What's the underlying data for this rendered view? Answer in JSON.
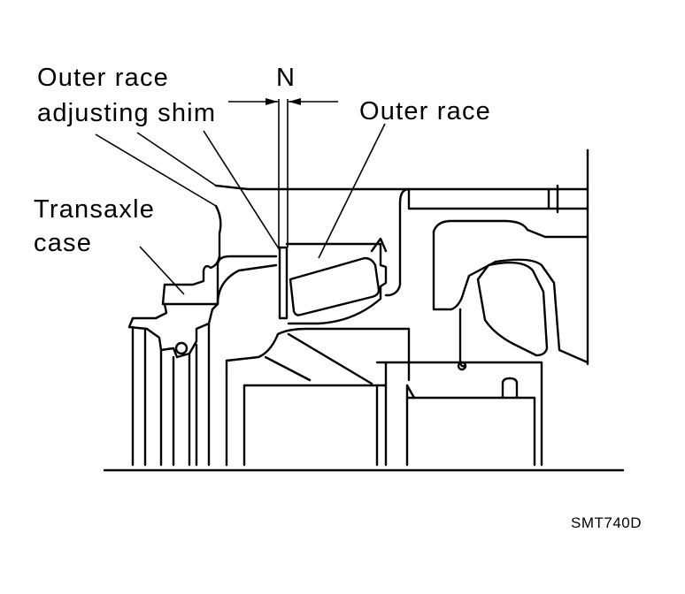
{
  "labels": {
    "outer_race_shim_line1": "Outer race",
    "outer_race_shim_line2": "adjusting shim",
    "dimension": "N",
    "outer_race": "Outer race",
    "transaxle_line1": "Transaxle",
    "transaxle_line2": "case",
    "figure_code": "SMT740D"
  }
}
